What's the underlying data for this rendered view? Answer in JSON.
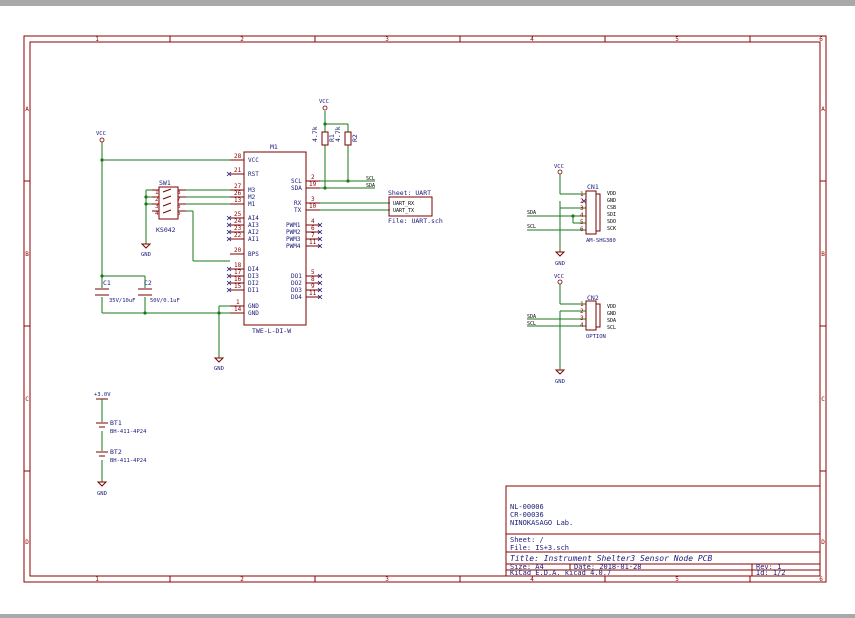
{
  "frame": {
    "col_labels": [
      "1",
      "2",
      "3",
      "4",
      "5",
      "6"
    ],
    "row_labels": [
      "A",
      "B",
      "C",
      "D"
    ]
  },
  "parts": {
    "m1": {
      "ref": "M1",
      "value": "TWE-L-DI-W",
      "left_pins": [
        {
          "num": "28",
          "name": "VCC"
        },
        {
          "num": "21",
          "name": "RST"
        },
        {
          "num": "27",
          "name": "M3"
        },
        {
          "num": "26",
          "name": "M2"
        },
        {
          "num": "13",
          "name": "M1"
        },
        {
          "num": "25",
          "name": "AI4"
        },
        {
          "num": "24",
          "name": "AI3"
        },
        {
          "num": "23",
          "name": "AI2"
        },
        {
          "num": "22",
          "name": "AI1"
        },
        {
          "num": "20",
          "name": "BPS"
        },
        {
          "num": "18",
          "name": "DI4"
        },
        {
          "num": "17",
          "name": "DI3"
        },
        {
          "num": "16",
          "name": "DI2"
        },
        {
          "num": "15",
          "name": "DI1"
        },
        {
          "num": "1",
          "name": "GND"
        },
        {
          "num": "14",
          "name": "GND"
        }
      ],
      "right_pins": [
        {
          "num": "2",
          "name": "SCL"
        },
        {
          "num": "19",
          "name": "SDA"
        },
        {
          "num": "3",
          "name": "RX"
        },
        {
          "num": "10",
          "name": "TX"
        },
        {
          "num": "4",
          "name": "PWM1"
        },
        {
          "num": "6",
          "name": "PWM2"
        },
        {
          "num": "7",
          "name": "PWM3"
        },
        {
          "num": "11",
          "name": "PWM4"
        },
        {
          "num": "5",
          "name": "DO1"
        },
        {
          "num": "8",
          "name": "DO2"
        },
        {
          "num": "9",
          "name": "DO3"
        },
        {
          "num": "11",
          "name": "DO4"
        }
      ]
    },
    "sw1": {
      "ref": "SW1",
      "value": "KS042",
      "pins_left": [
        "1",
        "2",
        "3",
        "4"
      ],
      "pins_right": [
        "8",
        "7",
        "6",
        "5"
      ]
    },
    "c1": {
      "ref": "C1",
      "value": "35V/10uF"
    },
    "c2": {
      "ref": "C2",
      "value": "50V/0.1uF"
    },
    "r1": {
      "ref": "R1",
      "value": "4.7k"
    },
    "r2": {
      "ref": "R2",
      "value": "4.7k"
    },
    "bt1": {
      "ref": "BT1",
      "value": "BH-411-4P24"
    },
    "bt2": {
      "ref": "BT2",
      "value": "BH-411-4P24"
    },
    "cn1": {
      "ref": "CN1",
      "value": "AM-SHG380",
      "pins": [
        "1",
        "2",
        "3",
        "4",
        "5",
        "6"
      ],
      "names": [
        "VDD",
        "GND",
        "CSB",
        "SDI",
        "SDO",
        "SCK"
      ]
    },
    "cn2": {
      "ref": "CN2",
      "value": "OPTION",
      "pins": [
        "1",
        "2",
        "3",
        "4"
      ],
      "names": [
        "VDD",
        "GND",
        "SDA",
        "SCL"
      ]
    }
  },
  "power": {
    "vcc": "VCC",
    "gnd": "GND",
    "v3": "+3.0V"
  },
  "nets": {
    "scl": "SCL",
    "sda": "SDA",
    "uart_rx": "UART_RX",
    "uart_tx": "UART_TX"
  },
  "sheet_block": {
    "name": "Sheet: UART",
    "file": "File: UART.sch"
  },
  "title_block": {
    "line1": "NL-00006",
    "line2": "CR-00036",
    "line3": "NINOKASAGO Lab.",
    "sheet": "Sheet: /",
    "file": "File: IS+3.sch",
    "title": "Title: Instrument Shelter3 Sensor Node PCB",
    "size": "Size: A4",
    "date": "Date: 2018-01-28",
    "rev": "Rev: 1",
    "tool": "KiCad E.D.A.  kicad 4.0.7",
    "id": "Id: 1/2"
  }
}
